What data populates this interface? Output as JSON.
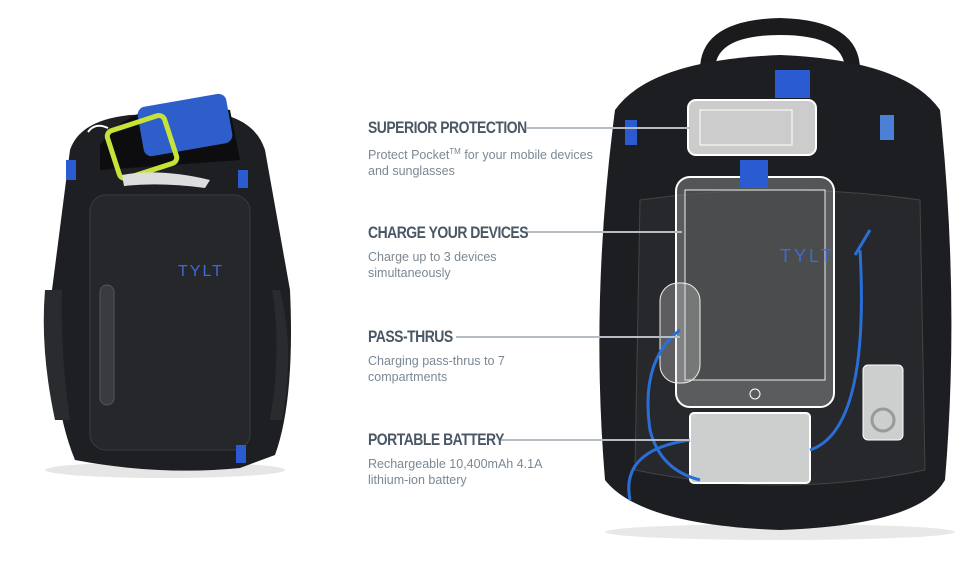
{
  "brand_logo": "TYLT",
  "features": [
    {
      "title": "SUPERIOR PROTECTION",
      "desc_pre": "Protect Pocket",
      "desc_sup": "TM",
      "desc_post": " for your mobile devices and sunglasses"
    },
    {
      "title": "CHARGE YOUR DEVICES",
      "desc": "Charge up to 3 devices simultaneously"
    },
    {
      "title": "PASS-THRUS",
      "desc": "Charging pass-thrus to 7 compartments"
    },
    {
      "title": "PORTABLE BATTERY",
      "desc": "Rechargeable 10,400mAh 4.1A lithium-ion battery"
    }
  ],
  "colors": {
    "bag": "#1c1d20",
    "accent": "#2a5bd0",
    "heading": "#4a5866",
    "body": "#7b8894",
    "line": "#b5bcc3"
  }
}
